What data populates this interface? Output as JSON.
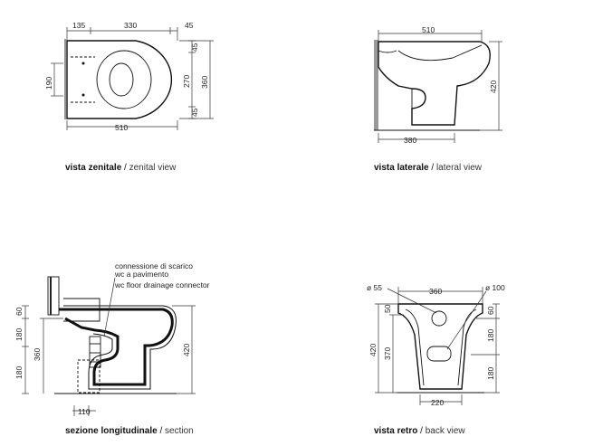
{
  "views": {
    "top": {
      "caption_bold": "vista zenitale",
      "caption_sep": " / ",
      "caption_light": "zenital view",
      "dims": {
        "d135": "135",
        "d330": "330",
        "d45a": "45",
        "d190": "190",
        "d270": "270",
        "d360": "360",
        "d45b": "45",
        "d45c": "45",
        "d510": "510"
      }
    },
    "side": {
      "caption_bold": "vista laterale",
      "caption_sep": " / ",
      "caption_light": "lateral view",
      "dims": {
        "d510": "510",
        "d420": "420",
        "d380": "380"
      }
    },
    "section": {
      "caption_bold": "sezione longitudinale",
      "caption_sep": " / ",
      "caption_light": "section",
      "note_line1": "connessione di scarico",
      "note_line2": "wc a pavimento",
      "note_line3": "wc floor drainage connector",
      "dims": {
        "d60": "60",
        "d180a": "180",
        "d360": "360",
        "d180b": "180",
        "d420": "420",
        "d110": "110"
      }
    },
    "back": {
      "caption_bold": "vista retro",
      "caption_sep": " / ",
      "caption_light": "back view",
      "dims": {
        "d55": "ø 55",
        "d360": "360",
        "d100": "ø 100",
        "d50": "50",
        "d60": "60",
        "d420": "420",
        "d370": "370",
        "d180a": "180",
        "d180b": "180",
        "d220": "220"
      }
    }
  }
}
